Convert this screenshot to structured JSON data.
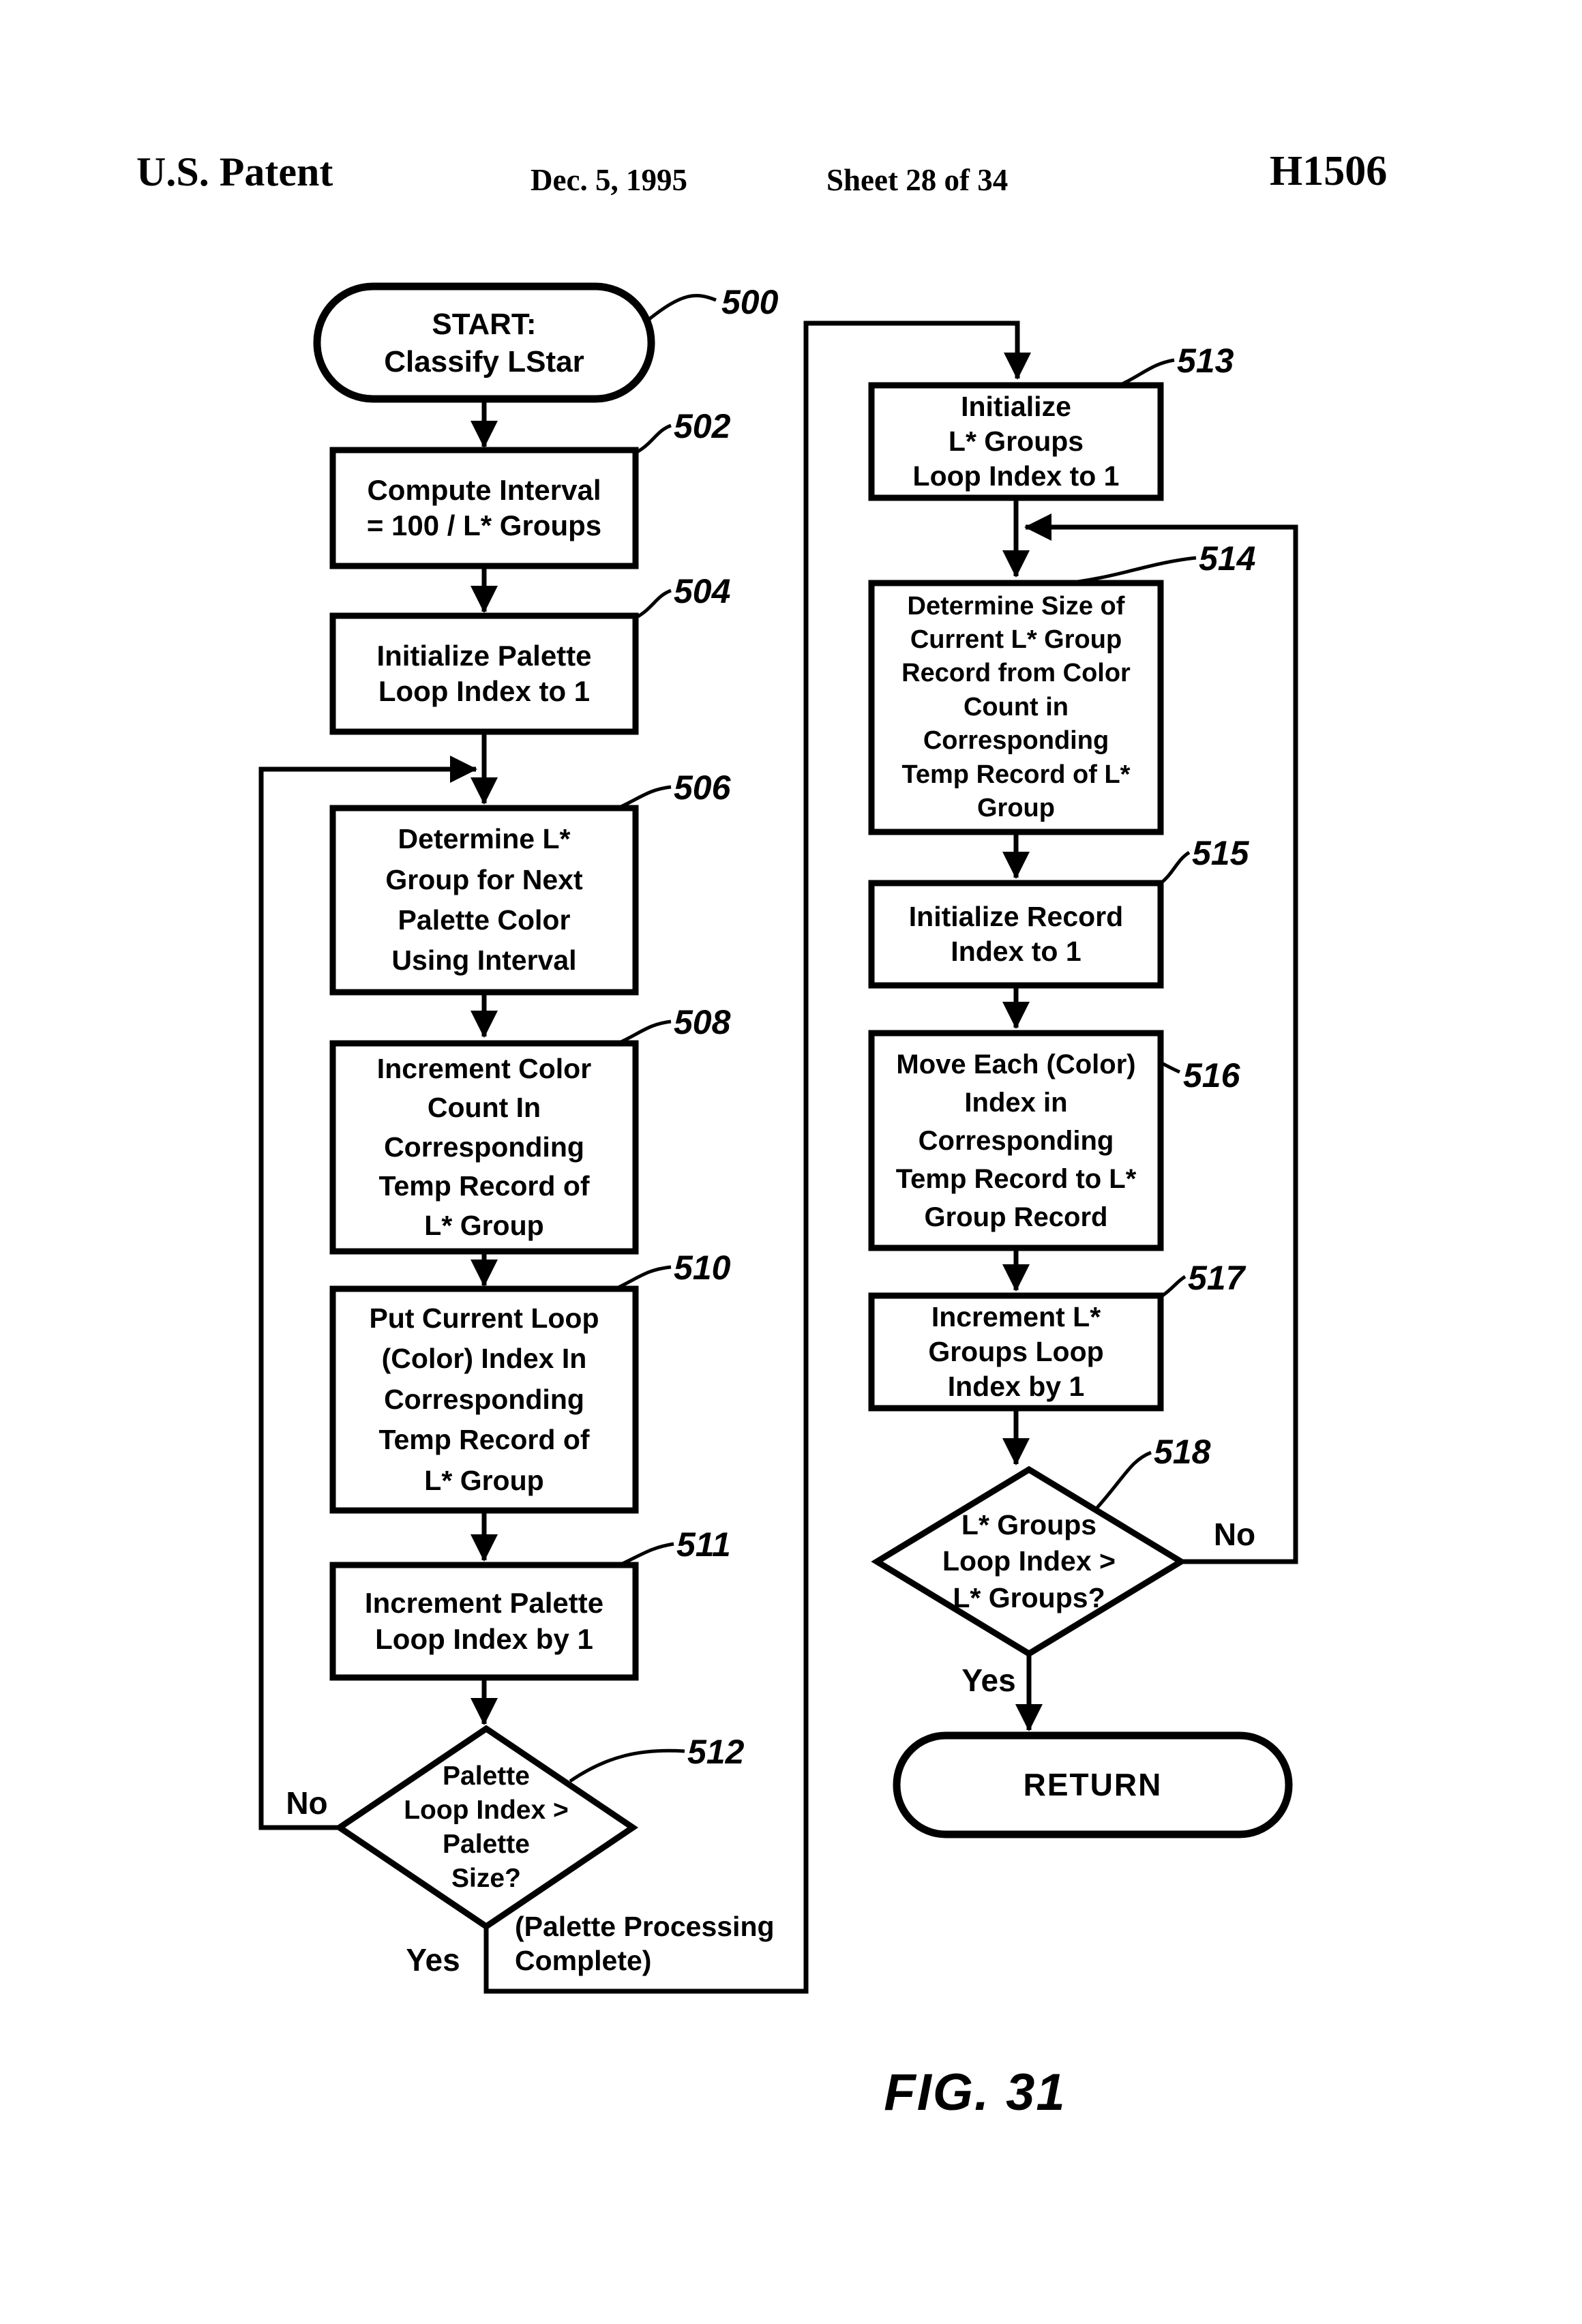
{
  "header": {
    "title": "U.S. Patent",
    "date": "Dec. 5, 1995",
    "sheet": "Sheet 28 of 34",
    "doc_number": "H1506"
  },
  "figure_caption": "FIG. 31",
  "colors": {
    "ink": "#000000",
    "paper": "#ffffff"
  },
  "flowchart": {
    "nodes": {
      "start": {
        "ref": "500",
        "shape": "terminator",
        "text": "START:\nClassify LStar"
      },
      "compute_interval": {
        "ref": "502",
        "shape": "process",
        "text": "Compute Interval\n= 100 / L* Groups"
      },
      "init_palette_loop": {
        "ref": "504",
        "shape": "process",
        "text": "Initialize Palette\nLoop Index to 1"
      },
      "determine_group": {
        "ref": "506",
        "shape": "process",
        "text": "Determine L*\nGroup for Next\nPalette Color\nUsing Interval"
      },
      "increment_color_count": {
        "ref": "508",
        "shape": "process",
        "text": "Increment Color\nCount In\nCorresponding\nTemp Record of\nL* Group"
      },
      "put_loop_index": {
        "ref": "510",
        "shape": "process",
        "text": "Put Current Loop\n(Color) Index In\nCorresponding\nTemp Record of\nL* Group"
      },
      "increment_palette_loop": {
        "ref": "511",
        "shape": "process",
        "text": "Increment Palette\nLoop Index by 1"
      },
      "palette_loop_check": {
        "ref": "512",
        "shape": "decision",
        "text": "Palette\nLoop Index >\nPalette\nSize?"
      },
      "init_lstar_loop": {
        "ref": "513",
        "shape": "process",
        "text": "Initialize\nL* Groups\nLoop Index to 1"
      },
      "determine_size": {
        "ref": "514",
        "shape": "process",
        "text": "Determine Size of\nCurrent L* Group\nRecord from Color\nCount in\nCorresponding\nTemp Record of L*\nGroup"
      },
      "init_record_index": {
        "ref": "515",
        "shape": "process",
        "text": "Initialize Record\nIndex to 1"
      },
      "move_color_index": {
        "ref": "516",
        "shape": "process",
        "text": "Move Each (Color)\nIndex in\nCorresponding\nTemp Record to L*\nGroup Record"
      },
      "increment_lstar_loop": {
        "ref": "517",
        "shape": "process",
        "text": "Increment L*\nGroups Loop\nIndex by 1"
      },
      "lstar_loop_check": {
        "ref": "518",
        "shape": "decision",
        "text": "L* Groups\nLoop Index >\nL* Groups?"
      },
      "return_node": {
        "ref": "",
        "shape": "terminator",
        "text": "RETURN"
      }
    },
    "edge_labels": {
      "palette_no": "No",
      "palette_yes": "Yes",
      "lstar_no": "No",
      "lstar_yes": "Yes"
    },
    "annotation": "(Palette Processing\nComplete)"
  }
}
